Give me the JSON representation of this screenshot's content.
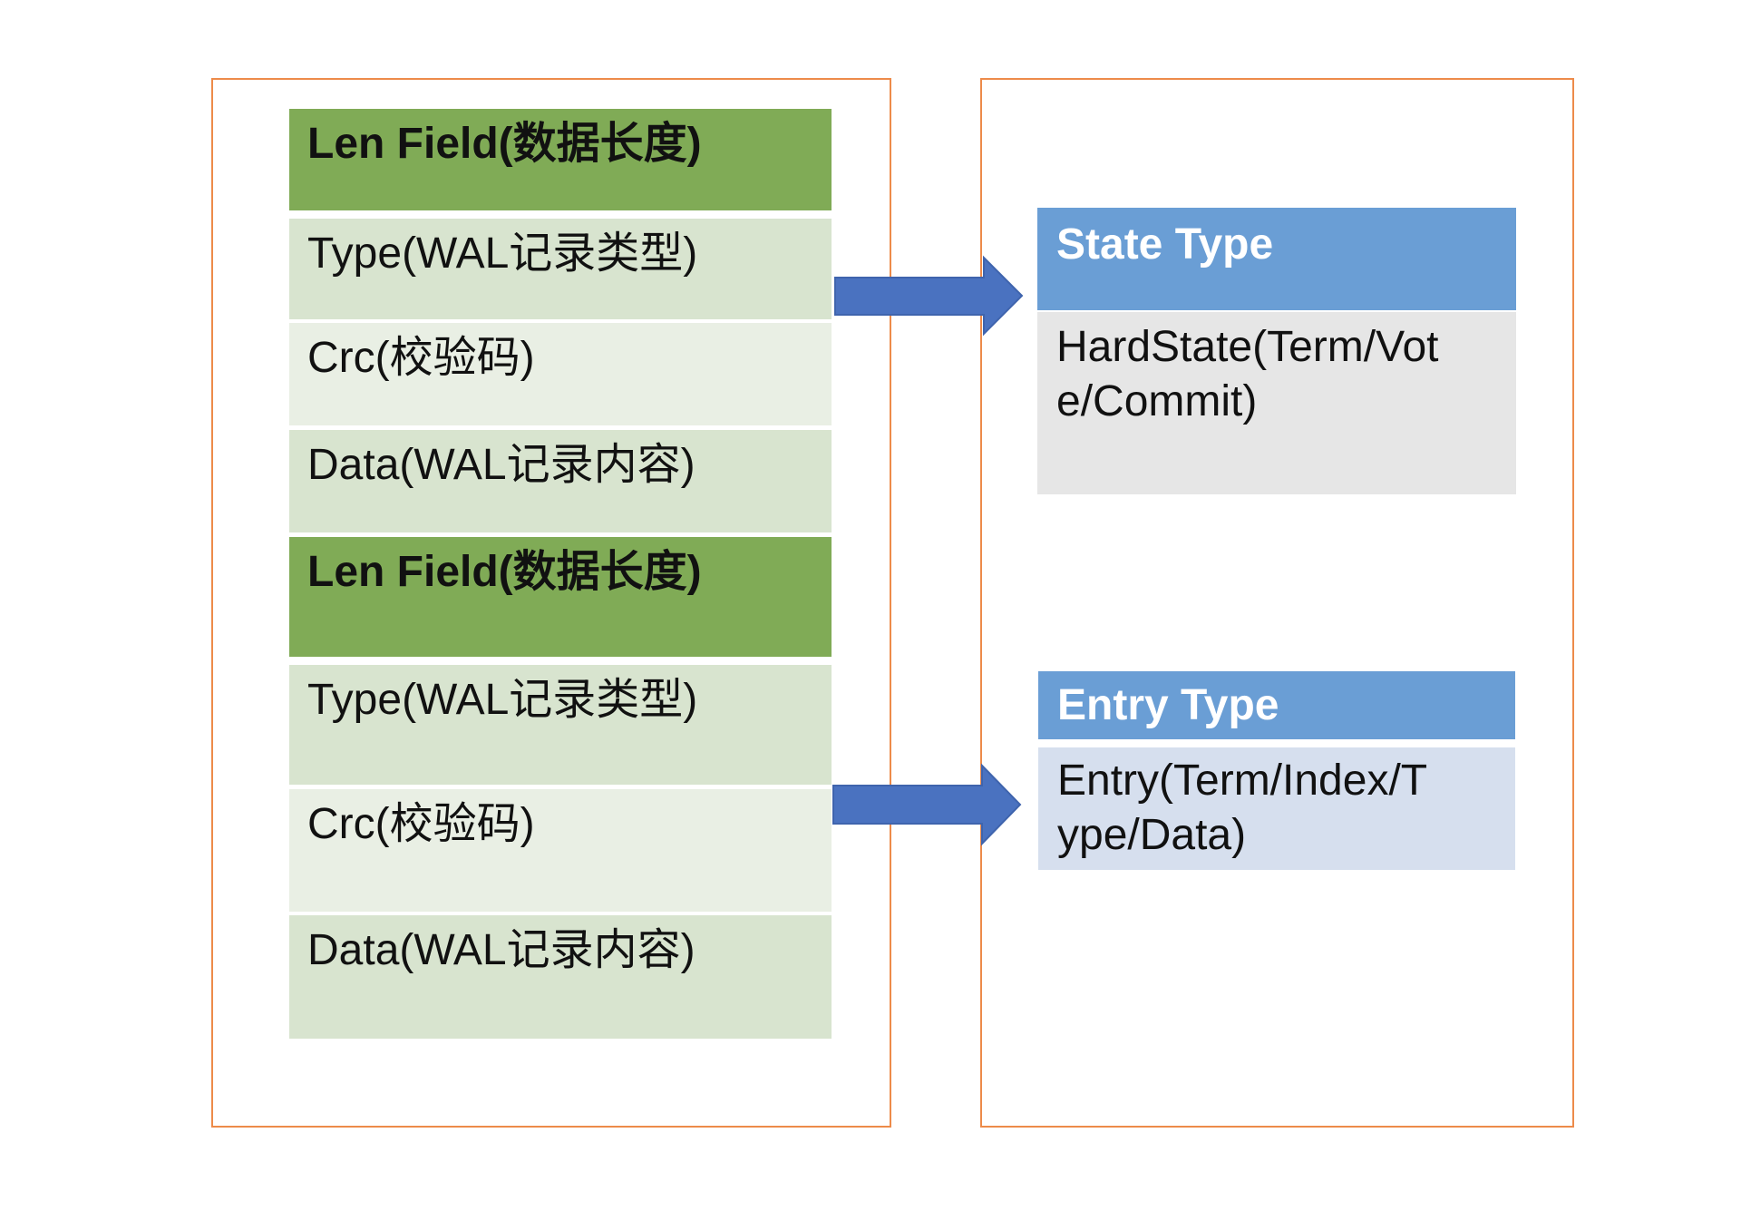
{
  "left": {
    "records": [
      {
        "len": "Len Field(数据长度)",
        "type": "Type(WAL记录类型)",
        "crc": "Crc(校验码)",
        "data": "Data(WAL记录内容)"
      },
      {
        "len": "Len Field(数据长度)",
        "type": "Type(WAL记录类型)",
        "crc": "Crc(校验码)",
        "data": "Data(WAL记录内容)"
      }
    ]
  },
  "right": {
    "state": {
      "header": "State Type",
      "body_lines": [
        "HardState(Term/Vot",
        "e/Commit)"
      ]
    },
    "entry": {
      "header": "Entry Type",
      "body_lines": [
        "Entry(Term/Index/T",
        "ype/Data)"
      ]
    }
  },
  "colors": {
    "frame_border": "#ed8b4a",
    "len_field_fill": "#80ab56",
    "type_fill": "#d8e4cf",
    "crc_fill": "#e9efe4",
    "data_fill": "#d8e4cf",
    "type_header_fill": "#6a9ed5",
    "state_body_fill": "#e6e6e6",
    "entry_body_fill": "#d6dfee",
    "arrow_fill": "#4a72c0",
    "arrow_stroke": "#3f64ad"
  }
}
